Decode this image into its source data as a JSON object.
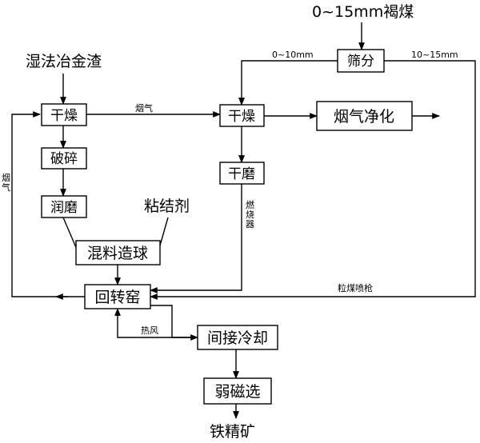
{
  "diagram": {
    "inputs": {
      "slag": "湿法冶金渣",
      "coal": "0~15mm褐煤",
      "binder": "粘结剂"
    },
    "left_chain": {
      "dry": "干燥",
      "crush": "破碎",
      "wet_mill": "润磨",
      "pelletize": "混料造球"
    },
    "right_chain": {
      "screen": "筛分",
      "dry": "干燥",
      "dry_mill": "干磨",
      "gas_clean": "烟气净化"
    },
    "bottom_chain": {
      "kiln": "回转窑",
      "cooling": "间接冷却",
      "magnetic": "弱磁选",
      "product": "铁精矿"
    },
    "flow_labels": {
      "flue_gas_top": "烟气",
      "flue_gas_left": "烟气",
      "size_fine": "0~10mm",
      "size_coarse": "10~15mm",
      "burner": "燃烧器",
      "coal_gun": "粒煤喷枪",
      "hot_air": "热风"
    }
  }
}
